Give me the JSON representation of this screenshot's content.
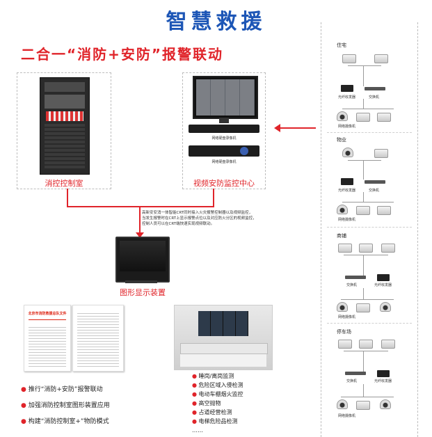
{
  "title": "智慧救援",
  "subtitle": "二合一“消防+安防”报警联动",
  "left_box": {
    "label": "消控控制室"
  },
  "center_box": {
    "device1_caption": "网络硬盘录像机",
    "device2_caption": "网络硬盘录像机",
    "label": "视频安防监控中心"
  },
  "note": "高新安安消一体智能CRT同时接入火灾报警控制器以及视频监控，\n当发生报警时在CRT上显示报警点位以及对应防火分区的视频监控，\n控制人员可以在CRT端快速实现视频联动。",
  "display_label": "图形显示装置",
  "doc_heading": "北京市消防救援总队文件",
  "bullets_left": [
    "推行“消防+安防”报警联动",
    "加强消防控制室图形装置应用",
    "构建“消防控制室+”物防模式"
  ],
  "bullets_right": [
    "睡岗/离岗监测",
    "危险区域入侵检测",
    "电动车棚烟火监控",
    "高空抛物",
    "占道经营检测",
    "电梯危险品检测",
    "……"
  ],
  "sections": [
    {
      "title": "住宅",
      "switch": "交换机",
      "nvr": "光纤收发器",
      "cam_caption": "网络摄像机"
    },
    {
      "title": "物业",
      "switch": "交换机",
      "nvr": "光纤收发器",
      "cam_caption": "网络摄像机"
    },
    {
      "title": "商铺",
      "switch": "交换机",
      "nvr": "光纤收发器",
      "cam_caption": "网络摄像机"
    },
    {
      "title": "停车场",
      "switch": "交换机",
      "nvr": "光纤收发器",
      "cam_caption": "网络摄像机"
    }
  ],
  "colors": {
    "accent_red": "#e0242a",
    "title_blue": "#1d56b6"
  }
}
